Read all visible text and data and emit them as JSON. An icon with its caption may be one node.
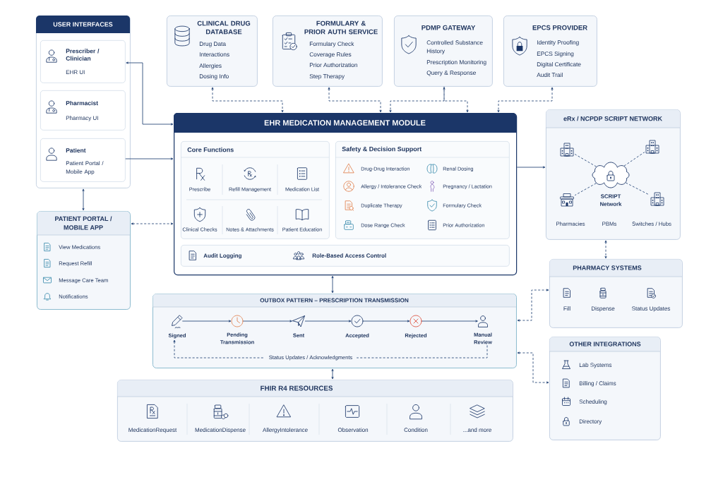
{
  "diagram": {
    "nodes": [
      {
        "text": [
          "USER INTERFACES"
        ]
      },
      {
        "text": [
          "Prescriber / Clinician",
          "EHR UI"
        ],
        "in": 0
      },
      {
        "text": [
          "Pharmacist",
          "Pharmacy UI"
        ],
        "in": 0
      },
      {
        "text": [
          "Patient",
          "Patient Portal / Mobile App"
        ],
        "in": 0
      },
      {
        "text": [
          "PATIENT PORTAL / MOBILE APP",
          "View Medications",
          "Request Refill",
          "Message Care Team",
          "Notifications"
        ]
      },
      {
        "text": [
          "CLINICAL DRUG DATABASE",
          "Drug Data",
          "Interactions",
          "Allergies",
          "Dosing Info"
        ]
      },
      {
        "text": [
          "FORMULARY & PRIOR AUTH SERVICE",
          "Formulary Check",
          "Coverage Rules",
          "Prior Authorization",
          "Step Therapy"
        ]
      },
      {
        "text": [
          "PDMP GATEWAY",
          "Controlled Substance History",
          "Prescription Monitoring",
          "Query & Response"
        ]
      },
      {
        "text": [
          "EPCS PROVIDER",
          "Identity Proofing",
          "EPCS Signing",
          "Digital Certificate",
          "Audit Trail"
        ]
      },
      {
        "text": [
          "EHR MEDICATION MANAGEMENT MODULE"
        ]
      },
      {
        "text": [
          "Core Functions",
          "Prescribe",
          "Refill Management",
          "Medication List",
          "Clinical Checks",
          "Notes & Attachments",
          "Patient Education"
        ],
        "in": 9
      },
      {
        "text": [
          "Safety & Decision Support",
          "Drug-Drug Interaction",
          "Renal Dosing",
          "Allergy / Intolerance Check",
          "Pregnancy / Lactation",
          "Duplicate Therapy",
          "Formulary Check",
          "Dose Range Check",
          "Prior Authorization"
        ],
        "in": 9
      },
      {
        "text": [
          "Audit Logging",
          "Role-Based Access Control"
        ],
        "in": 9
      },
      {
        "text": [
          "eRx / NCPDP SCRIPT NETWORK",
          "Pharmacies",
          "PBMs",
          "Switches / Hubs"
        ]
      },
      {
        "text": [
          "SCRIPT Network"
        ],
        "in": 13
      },
      {
        "text": [],
        "shape": "picture",
        "in": 13
      },
      {
        "text": [],
        "shape": "picture",
        "in": 13
      },
      {
        "text": [],
        "shape": "picture",
        "in": 13
      },
      {
        "text": [],
        "shape": "picture",
        "in": 13
      },
      {
        "text": [
          "PHARMACY SYSTEMS",
          "Fill",
          "Dispense",
          "Status Updates"
        ]
      },
      {
        "text": [
          "OTHER INTEGRATIONS",
          "Lab Systems",
          "Billing / Claims",
          "Scheduling",
          "Directory"
        ]
      },
      {
        "text": [
          "OUTBOX PATTERN – PRESCRIPTION TRANSMISSION"
        ]
      },
      {
        "text": [
          "Signed"
        ],
        "in": 21
      },
      {
        "text": [
          "Pending Transmission"
        ],
        "in": 21
      },
      {
        "text": [
          "Sent"
        ],
        "in": 21
      },
      {
        "text": [
          "Accepted"
        ],
        "in": 21
      },
      {
        "text": [
          "Rejected"
        ],
        "in": 21
      },
      {
        "text": [
          "Manual Review"
        ],
        "in": 21
      },
      {
        "text": [
          "FHIR R4 RESOURCES",
          "MedicationRequest",
          "MedicationDispense",
          "AllergyIntolerance",
          "Observation",
          "Condition",
          "...and more"
        ]
      }
    ],
    "edges": [
      {
        "from": 1,
        "to": 9,
        "arrow": "both"
      },
      {
        "from": 3,
        "to": 9,
        "arrow": "to"
      },
      {
        "from": 0,
        "to": 4,
        "arrow": "both"
      },
      {
        "from": 4,
        "to": 9,
        "arrow": "both",
        "style": "dashed"
      },
      {
        "from": 5,
        "to": 9,
        "arrow": "both",
        "style": "dashed"
      },
      {
        "from": 6,
        "to": 9,
        "arrow": "both",
        "style": "dashed"
      },
      {
        "from": 7,
        "to": 9,
        "arrow": "both",
        "style": "dashed"
      },
      {
        "from": 7,
        "to": 9,
        "arrow": "to",
        "style": "dashed"
      },
      {
        "from": 8,
        "to": 9,
        "arrow": "both",
        "style": "dashed"
      },
      {
        "from": 9,
        "to": 13,
        "arrow": "to"
      },
      {
        "from": 14,
        "to": 15,
        "arrow": "none",
        "style": "dashed"
      },
      {
        "from": 14,
        "to": 16,
        "arrow": "none",
        "style": "dashed"
      },
      {
        "from": 14,
        "to": 17,
        "arrow": "none",
        "style": "dashed"
      },
      {
        "from": 14,
        "to": 18,
        "arrow": "none",
        "style": "dashed"
      },
      {
        "from": 13,
        "to": 19,
        "arrow": "both",
        "style": "dashed"
      },
      {
        "from": 9,
        "to": 21,
        "arrow": "both"
      },
      {
        "from": 21,
        "to": 28,
        "arrow": "both"
      },
      {
        "from": 21,
        "to": 19,
        "arrow": "both",
        "style": "dashed"
      },
      {
        "from": 21,
        "to": 20,
        "arrow": "both",
        "style": "dashed"
      },
      {
        "from": 22,
        "to": 23,
        "arrow": "to"
      },
      {
        "from": 23,
        "to": 24,
        "arrow": "to"
      },
      {
        "from": 24,
        "to": 25,
        "arrow": "to"
      },
      {
        "from": 25,
        "to": 26,
        "arrow": "to"
      },
      {
        "from": 26,
        "to": 27,
        "arrow": "to"
      },
      {
        "from": 27,
        "to": 22,
        "arrow": "to",
        "style": "dashed",
        "label": "Status Updates / Acknowledgments"
      }
    ]
  }
}
